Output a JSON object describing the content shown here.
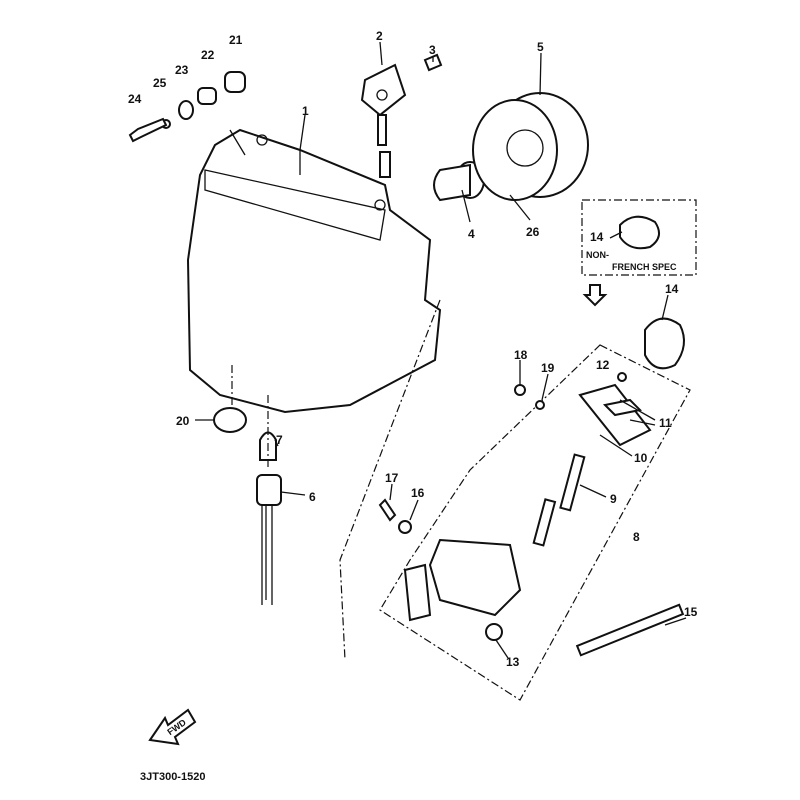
{
  "diagram_code": "3JT300-1520",
  "fwd_arrow_label": "FWD",
  "inset": {
    "part": "14",
    "note_line1": "NON-",
    "note_line2": "FRENCH SPEC"
  },
  "callouts": [
    "1",
    "2",
    "3",
    "4",
    "5",
    "6",
    "7",
    "8",
    "9",
    "10",
    "11",
    "12",
    "13",
    "14",
    "15",
    "16",
    "17",
    "18",
    "19",
    "20",
    "21",
    "22",
    "23",
    "24",
    "25",
    "26"
  ]
}
